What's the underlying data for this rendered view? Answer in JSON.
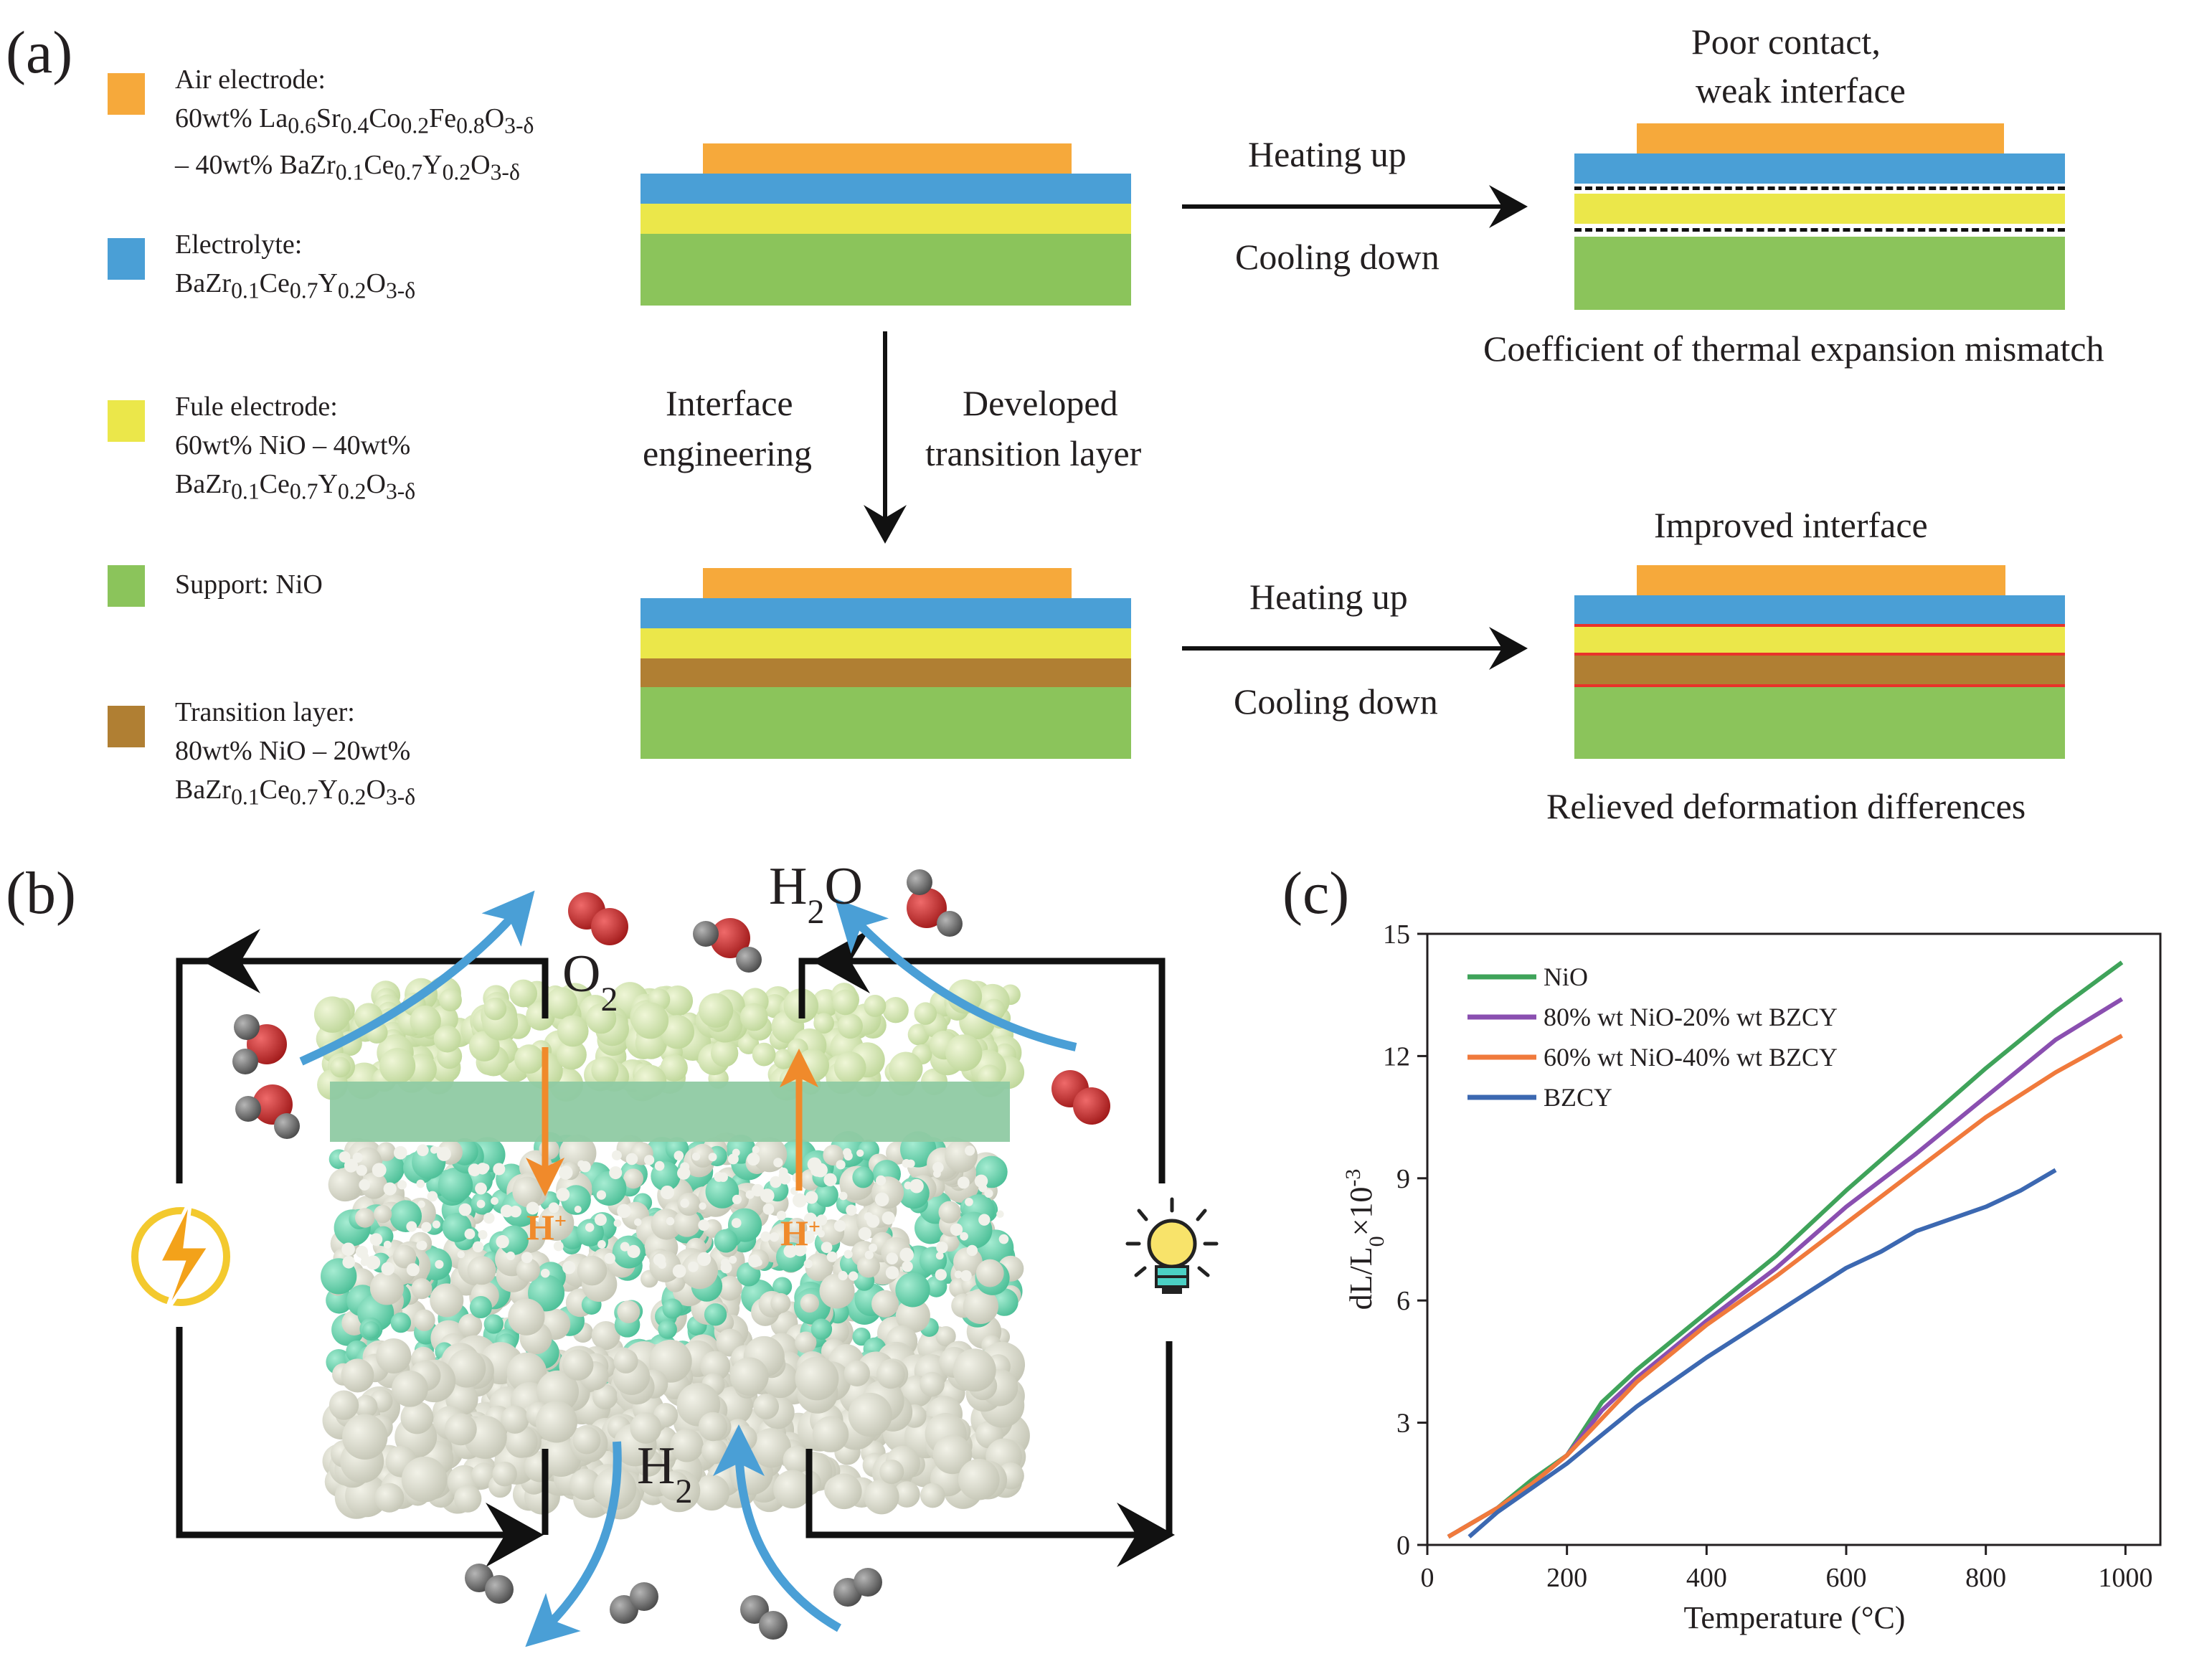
{
  "colors": {
    "air_electrode": "#f6a93b",
    "electrolyte": "#4a9fd6",
    "fuel_electrode": "#ebe74a",
    "support": "#8bc45b",
    "transition_layer": "#b07f33",
    "interface_red": "#e8332a",
    "arrow_blue": "#4a9fd6",
    "proton_orange": "#f08a2b"
  },
  "panel_a": {
    "label": "(a)",
    "legend": [
      {
        "name": "Air electrode:",
        "lines": [
          "60wt% La0.6Sr0.4Co0.2Fe0.8O3-δ",
          "– 40wt% BaZr0.1Ce0.7Y0.2O3-δ"
        ]
      },
      {
        "name": "Electrolyte:",
        "lines": [
          "BaZr0.1Ce0.7Y0.2O3-δ"
        ]
      },
      {
        "name": "Fule electrode:",
        "lines": [
          "60wt% NiO – 40wt%",
          "BaZr0.1Ce0.7Y0.2O3-δ"
        ]
      },
      {
        "name": "Support: NiO",
        "lines": []
      },
      {
        "name": "Transition layer:",
        "lines": [
          "80wt% NiO – 20wt%",
          "BaZr0.1Ce0.7Y0.2O3-δ"
        ]
      }
    ],
    "top_heating": "Heating up",
    "top_cooling": "Cooling down",
    "top_result_title_1": "Poor contact,",
    "top_result_title_2": "weak interface",
    "top_result_caption": "Coefficient of thermal expansion mismatch",
    "middle_left_1": "Interface",
    "middle_left_2": "engineering",
    "middle_right_1": "Developed",
    "middle_right_2": "transition layer",
    "bottom_heating": "Heating up",
    "bottom_cooling": "Cooling down",
    "bottom_result_title": "Improved interface",
    "bottom_result_caption": "Relieved deformation differences"
  },
  "panel_b": {
    "label": "(b)",
    "o2": "O2",
    "h2o": "H2O",
    "h2": "H2",
    "h_plus": "H+",
    "left_icon": "lightning-bolt-icon",
    "right_icon": "light-bulb-icon"
  },
  "panel_c": {
    "label": "(c)"
  },
  "chart_data": {
    "type": "line",
    "xlabel": "Temperature (°C)",
    "ylabel": "dL/L0×10-3",
    "xlim": [
      0,
      1050
    ],
    "ylim": [
      0,
      15
    ],
    "xticks": [
      0,
      200,
      400,
      600,
      800,
      1000
    ],
    "yticks": [
      0,
      3,
      6,
      9,
      12,
      15
    ],
    "legend_position": "top-left",
    "series": [
      {
        "name": "NiO",
        "color": "#3fa35a",
        "x": [
          30,
          100,
          150,
          200,
          250,
          300,
          400,
          500,
          600,
          700,
          800,
          900,
          995
        ],
        "y": [
          0.2,
          0.9,
          1.6,
          2.2,
          3.5,
          4.3,
          5.7,
          7.1,
          8.7,
          10.2,
          11.7,
          13.1,
          14.3
        ]
      },
      {
        "name": "80% wt NiO-20% wt BZCY",
        "color": "#8a4fb0",
        "x": [
          30,
          100,
          150,
          200,
          250,
          300,
          400,
          500,
          600,
          700,
          800,
          900,
          995
        ],
        "y": [
          0.2,
          0.9,
          1.5,
          2.2,
          3.3,
          4.1,
          5.5,
          6.8,
          8.3,
          9.6,
          11.0,
          12.4,
          13.4
        ]
      },
      {
        "name": "60% wt NiO-40% wt BZCY",
        "color": "#f07a3c",
        "x": [
          30,
          100,
          150,
          200,
          250,
          300,
          400,
          500,
          600,
          700,
          800,
          900,
          995
        ],
        "y": [
          0.2,
          0.9,
          1.5,
          2.2,
          3.1,
          4.0,
          5.4,
          6.6,
          7.9,
          9.2,
          10.5,
          11.6,
          12.5
        ]
      },
      {
        "name": "BZCY",
        "color": "#3c68b1",
        "x": [
          60,
          100,
          150,
          200,
          250,
          300,
          400,
          500,
          600,
          650,
          700,
          800,
          850,
          900
        ],
        "y": [
          0.2,
          0.8,
          1.4,
          2.0,
          2.7,
          3.4,
          4.6,
          5.7,
          6.8,
          7.2,
          7.7,
          8.3,
          8.7,
          9.2
        ]
      }
    ]
  }
}
